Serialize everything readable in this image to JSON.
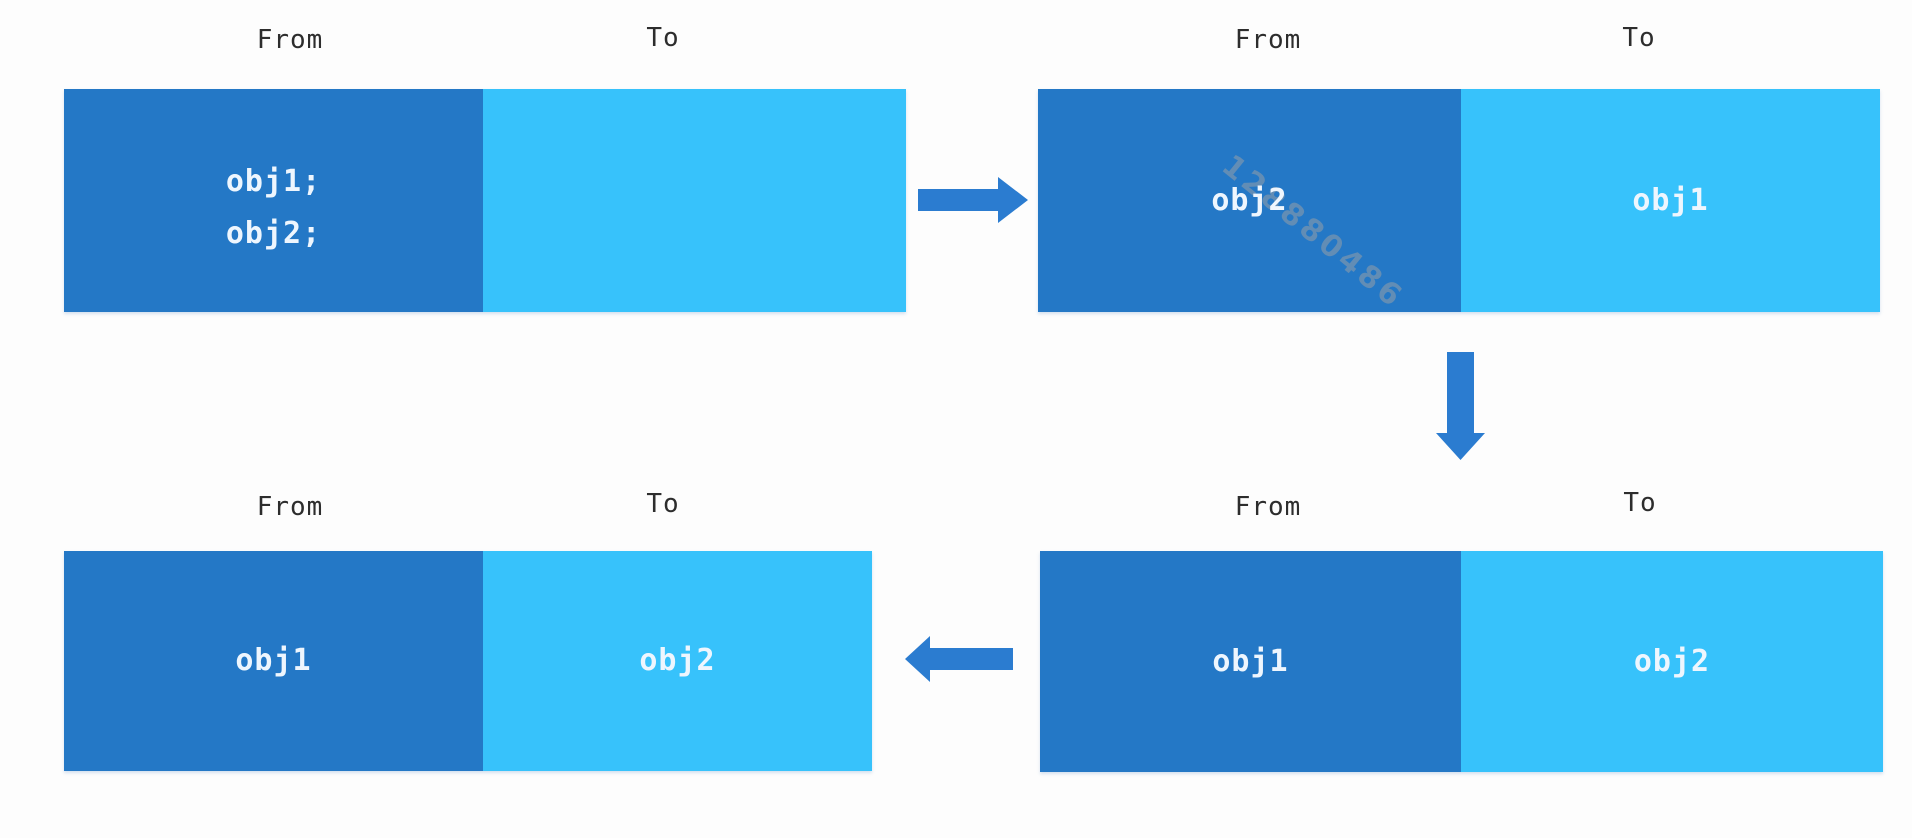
{
  "colors": {
    "dark_blue": "#2478c6",
    "light_blue": "#37c2fb",
    "arrow_blue": "#2b7cd0",
    "label_text": "#2d2d2d",
    "box_text": "#eef6fe",
    "watermark_gray": "#99a1ab"
  },
  "panels": [
    {
      "from_label": "From",
      "to_label": "To",
      "from_lines": [
        "obj1;",
        "obj2;"
      ],
      "to_lines": []
    },
    {
      "from_label": "From",
      "to_label": "To",
      "from_lines": [
        "obj2"
      ],
      "to_lines": [
        "obj1"
      ],
      "watermark": "128880486"
    },
    {
      "from_label": "From",
      "to_label": "To",
      "from_lines": [
        "obj1"
      ],
      "to_lines": [
        "obj2"
      ]
    },
    {
      "from_label": "From",
      "to_label": "To",
      "from_lines": [
        "obj1"
      ],
      "to_lines": [
        "obj2"
      ]
    }
  ],
  "icons": {
    "arrow_right": "arrow-right-icon",
    "arrow_down": "arrow-down-icon",
    "arrow_left": "arrow-left-icon"
  }
}
